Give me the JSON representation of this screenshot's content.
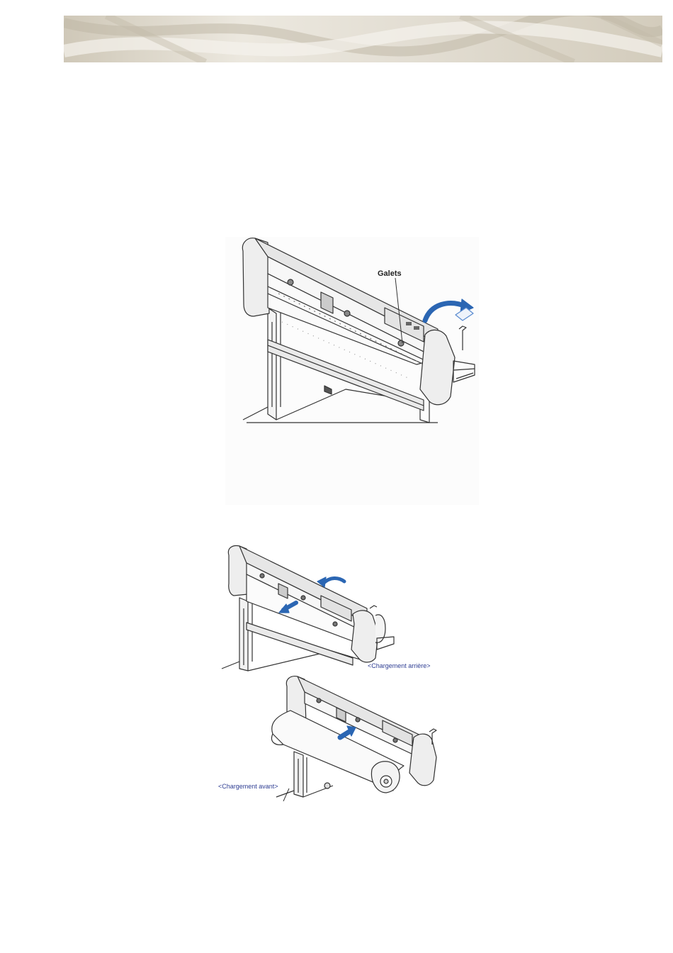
{
  "figures": {
    "pinch_rollers": {
      "label": "Galets"
    },
    "rear_loading": {
      "label": "<Chargement arrière>"
    },
    "front_loading": {
      "label": "<Chargement avant>"
    }
  },
  "colors": {
    "arrow_blue": "#2b66b3",
    "label_blue": "#2f3e93",
    "line": "#333333",
    "banner": "#d9d3c5"
  }
}
